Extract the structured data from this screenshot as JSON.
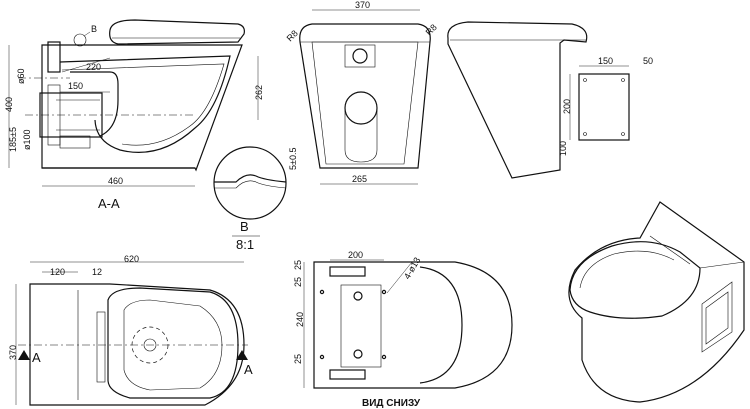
{
  "section_aa": {
    "dims": [
      "220",
      "150",
      "400",
      "262",
      "460"
    ],
    "dims_rotated": [
      "ø60",
      "185±5",
      "ø100"
    ],
    "detail_ref": "B",
    "caption": "A-A"
  },
  "front_view": {
    "dims": [
      "370",
      "R8",
      "R8",
      "265"
    ]
  },
  "side_view": {
    "dims": [
      "150",
      "50"
    ],
    "dims_rotated": [
      "200",
      "100"
    ]
  },
  "detail_b": {
    "dim_rotated": "5±0.5",
    "label": "B",
    "scale": "8:1"
  },
  "top_view": {
    "dims": [
      "620",
      "120",
      "12"
    ],
    "dim_rotated": "370",
    "section_marks": [
      "A",
      "A"
    ]
  },
  "bottom_view": {
    "dims": [
      "200"
    ],
    "dims_rotated": [
      "25",
      "25",
      "240",
      "25"
    ],
    "hole_callout": "4-ø13",
    "caption": "ВИД СНИЗУ"
  }
}
